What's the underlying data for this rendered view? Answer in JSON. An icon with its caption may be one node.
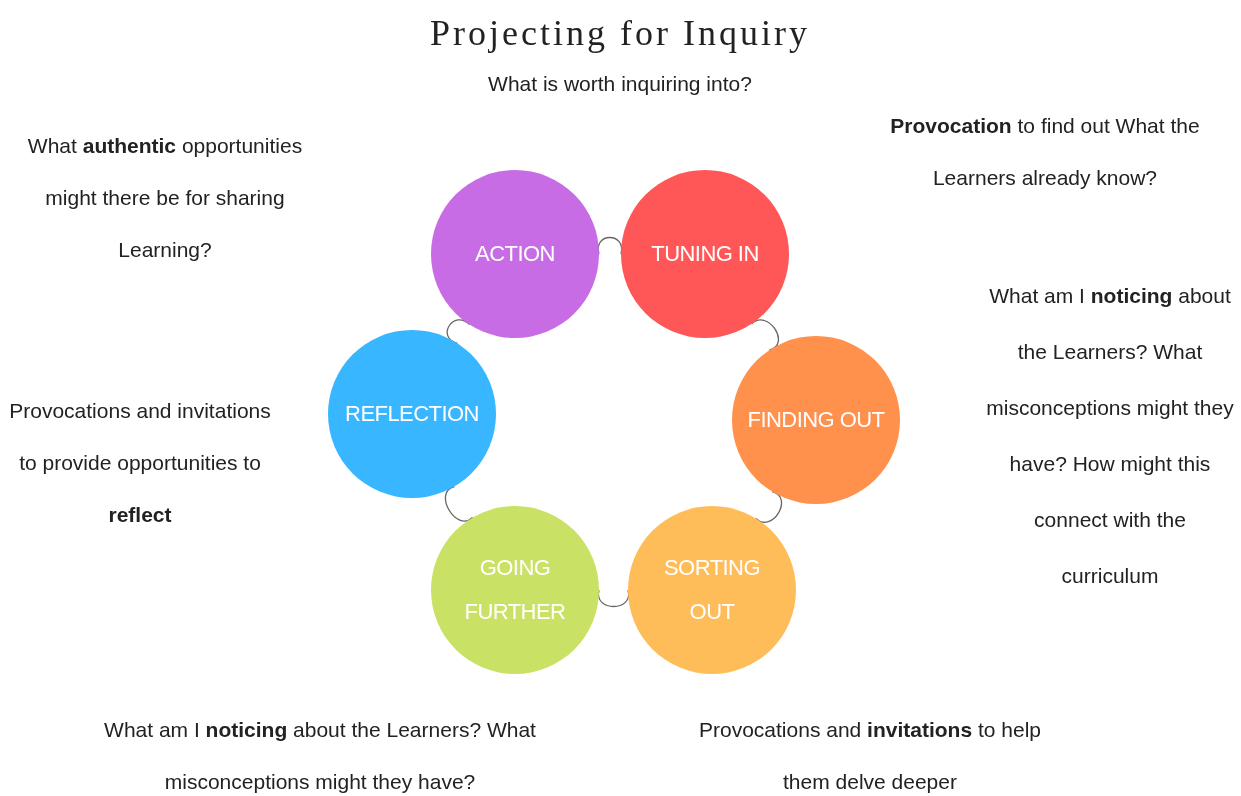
{
  "diagram": {
    "title": "Projecting for Inquiry",
    "nodes": [
      {
        "text": [
          "ACTION"
        ]
      },
      {
        "text": [
          "TUNING IN"
        ]
      },
      {
        "text": [
          "FINDING OUT"
        ]
      },
      {
        "text": [
          "SORTING OUT"
        ]
      },
      {
        "text": [
          "GOING FURTHER"
        ]
      },
      {
        "text": [
          "REFLECTION"
        ]
      }
    ],
    "edges": [
      {
        "from": 0,
        "to": 1,
        "arrow": "none"
      },
      {
        "from": 1,
        "to": 2,
        "arrow": "none"
      },
      {
        "from": 2,
        "to": 3,
        "arrow": "none"
      },
      {
        "from": 3,
        "to": 4,
        "arrow": "none"
      },
      {
        "from": 4,
        "to": 5,
        "arrow": "none"
      },
      {
        "from": 5,
        "to": 0,
        "arrow": "none"
      }
    ],
    "labels": [
      "What is worth inquiring into?",
      "What **authentic** opportunities might there be for sharing Learning?",
      "**Provocation** to find out What the Learners already know?",
      "What am I **noticing** about the Learners? What misconceptions might they have? How might this connect with the curriculum",
      "Provocations and invitations to provide opportunities to **reflect**",
      "What am I **noticing** about the Learners? What misconceptions might they have?",
      "Provocations and **invitations** to help them delve deeper"
    ]
  }
}
